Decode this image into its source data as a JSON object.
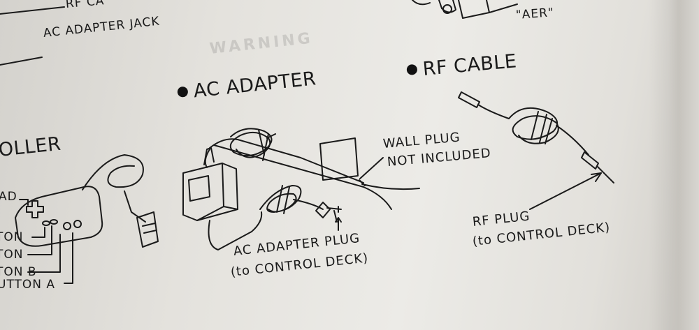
{
  "labels": {
    "rf_cable_top": "RF CA",
    "aer": "\"AER\"",
    "ac_adapter_jack": "AC ADAPTER JACK",
    "controller": "OLLER",
    "ac_adapter": "AC ADAPTER",
    "rf_cable": "RF CABLE",
    "wall_plug_line1": "WALL PLUG",
    "wall_plug_line2": "NOT INCLUDED",
    "ac_adapter_plug_line1": "AC ADAPTER PLUG",
    "ac_adapter_plug_line2": "(to CONTROL DECK)",
    "rf_plug_line1": "RF PLUG",
    "rf_plug_line2": "(to CONTROL DECK)",
    "controller_parts": [
      "AD",
      "TON",
      "TON",
      "TON B",
      "UTTON A"
    ],
    "faint_heading": "WARNING"
  }
}
